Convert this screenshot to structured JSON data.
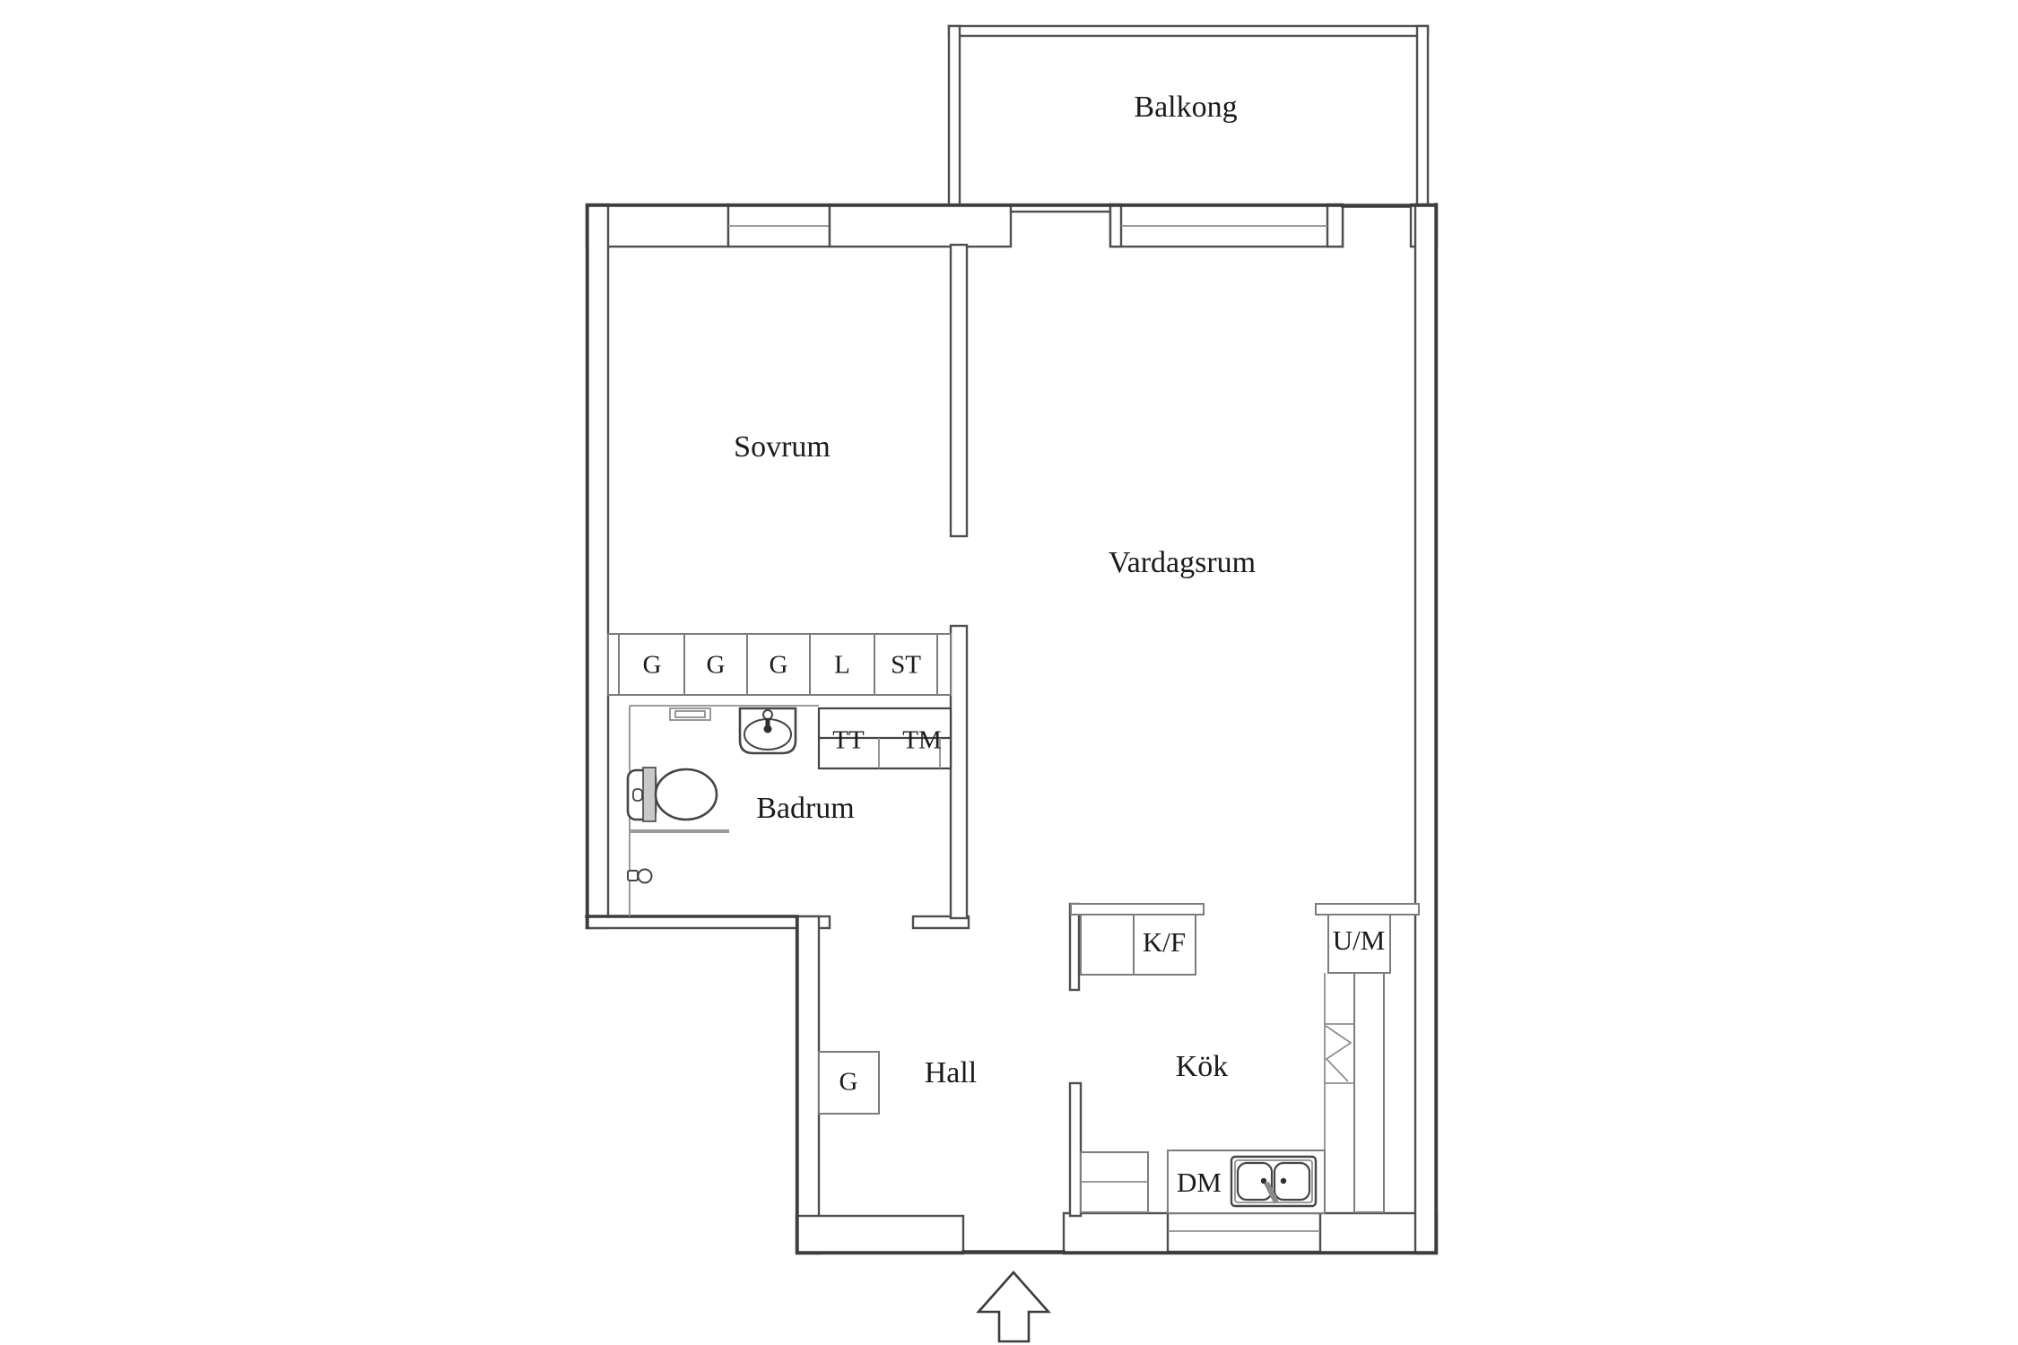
{
  "labels": {
    "rooms": {
      "balcony": "Balkong",
      "bedroom": "Sovrum",
      "living_room": "Vardagsrum",
      "bathroom": "Badrum",
      "hall": "Hall",
      "kitchen": "Kök"
    },
    "closets": {
      "c1": "G",
      "c2": "G",
      "c3": "G",
      "c4": "L",
      "c5": "ST",
      "hall_closet": "G"
    },
    "appliances": {
      "tt": "TT",
      "tm": "TM",
      "kf": "K/F",
      "um": "U/M",
      "dm": "DM"
    }
  },
  "colors": {
    "background": "#ffffff",
    "wall_stroke": "#4f4f4f",
    "outer_stroke": "#3c3c3c",
    "thin_stroke": "#8f8f8f",
    "text": "#1b1b1b"
  }
}
